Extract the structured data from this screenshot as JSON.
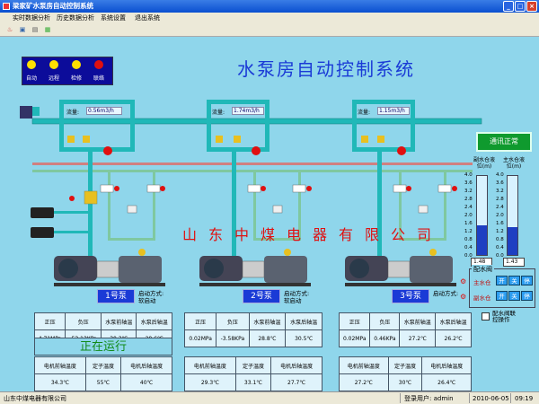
{
  "window": {
    "title": "梁家矿水泵房自动控制系统"
  },
  "menu": [
    "实时数据分析",
    "历史数据分析",
    "系统设置",
    "退出系统"
  ],
  "legend": [
    {
      "label": "自动",
      "color": "#ffe000"
    },
    {
      "label": "远程",
      "color": "#ffe000"
    },
    {
      "label": "检修",
      "color": "#ffe000"
    },
    {
      "label": "联络",
      "color": "#e01010"
    }
  ],
  "main_title": "水泵房自动控制系统",
  "comm_status": "通讯正常",
  "watermark": "山东中煤电器有限公司",
  "flows": [
    {
      "label": "流量:",
      "value": "0.56m3/h"
    },
    {
      "label": "流量:",
      "value": "1.74m3/h"
    },
    {
      "label": "流量:",
      "value": "1.15m3/h"
    }
  ],
  "start_mode_label": "启动方式:",
  "pumps": [
    {
      "name": "1号泵",
      "start_mode": "软启动",
      "headers1": [
        "正压",
        "负压",
        "水泵前轴温",
        "水泵后轴温"
      ],
      "values1": [
        "4.71MPa",
        "-53.13KPa",
        "30.3℃",
        "29.6℃"
      ],
      "headers2": [
        "电机前轴温度",
        "定子温度",
        "电机后轴温度"
      ],
      "values2": [
        "34.3℃",
        "55℃",
        "40℃"
      ]
    },
    {
      "name": "2号泵",
      "start_mode": "软启动",
      "headers1": [
        "正压",
        "负压",
        "水泵前轴温",
        "水泵后轴温"
      ],
      "values1": [
        "0.02MPa",
        "-3.58KPa",
        "28.8℃",
        "30.5℃"
      ],
      "headers2": [
        "电机前轴温度",
        "定子温度",
        "电机后轴温度"
      ],
      "values2": [
        "29.3℃",
        "33.1℃",
        "27.7℃"
      ]
    },
    {
      "name": "3号泵",
      "start_mode": "",
      "headers1": [
        "正压",
        "负压",
        "水泵前轴温",
        "水泵后轴温"
      ],
      "values1": [
        "0.02MPa",
        "0.46KPa",
        "27.2℃",
        "26.2℃"
      ],
      "headers2": [
        "电机前轴温度",
        "定子温度",
        "电机后轴温度"
      ],
      "values2": [
        "27.2℃",
        "30℃",
        "26.4℃"
      ]
    }
  ],
  "running_text": "正在运行",
  "gauges": {
    "ticks": [
      "4.0",
      "3.6",
      "3.2",
      "2.8",
      "2.4",
      "2.0",
      "1.6",
      "1.2",
      "0.8",
      "0.4",
      "0.0"
    ],
    "left": {
      "title": "副水仓液位(m)",
      "value": "1.48",
      "level": 1.48
    },
    "right": {
      "title": "主水仓液位(m)",
      "value": "1.43",
      "level": 1.43
    }
  },
  "valves": {
    "title": "配水阀",
    "rows": [
      {
        "label": "主水仓",
        "buttons": [
          "开",
          "关",
          "停"
        ]
      },
      {
        "label": "副水仓",
        "buttons": [
          "开",
          "关",
          "停"
        ]
      }
    ]
  },
  "valve_control": {
    "label_line1": "配水阀联",
    "label_line2": "控操作"
  },
  "status": {
    "company": "山东中煤电器有限公司",
    "user": "登录用户: admin",
    "date": "2010-06-05",
    "time": "09:19"
  }
}
